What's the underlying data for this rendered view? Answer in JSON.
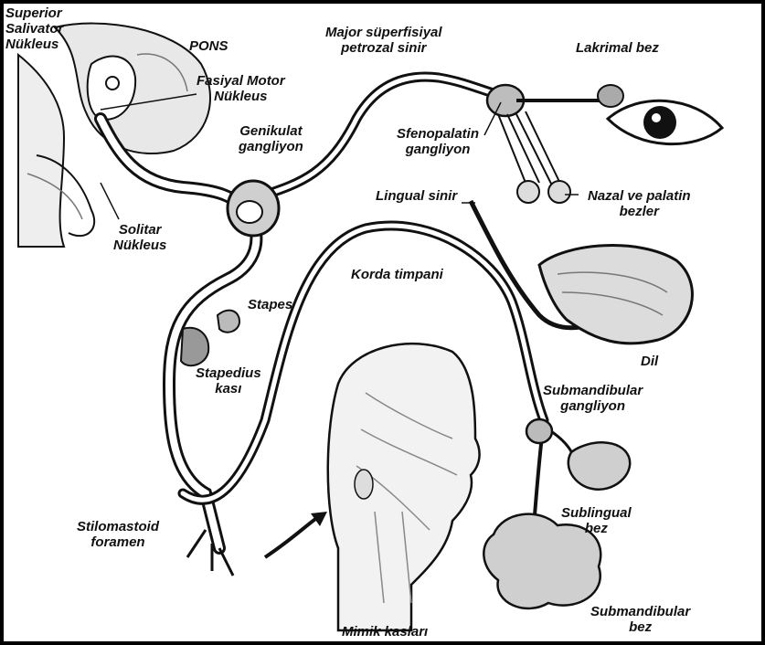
{
  "colors": {
    "ink": "#111111",
    "nerve_fill": "#ffffff",
    "shade": "#9a9a9a",
    "frame": "#000000"
  },
  "labels": {
    "superior_salivator": [
      "Superior",
      "Salivator",
      "Nükleus"
    ],
    "pons": "PONS",
    "fasiyal_motor": [
      "Fasiyal Motor",
      "Nükleus"
    ],
    "genikulat": [
      "Genikulat",
      "gangliyon"
    ],
    "solitar": [
      "Solitar",
      "Nükleus"
    ],
    "major_superfisiyal": [
      "Major süperfisiyal",
      "petrozal sinir"
    ],
    "sfenopalatin": [
      "Sfenopalatin",
      "gangliyon"
    ],
    "lakrimal": "Lakrimal bez",
    "nazal_palatin": [
      "Nazal ve palatin",
      "bezler"
    ],
    "lingual": "Lingual sinir",
    "korda": "Korda timpani",
    "stapes": "Stapes",
    "stapedius": [
      "Stapedius",
      "kası"
    ],
    "dil": "Dil",
    "submandibular_gangliyon": [
      "Submandibular",
      "gangliyon"
    ],
    "sublingual": [
      "Sublingual",
      "bez"
    ],
    "submandibular_bez": [
      "Submandibular",
      "bez"
    ],
    "stilomastoid": [
      "Stilomastoid",
      "foramen"
    ],
    "mimik": "Mimik kasları"
  }
}
